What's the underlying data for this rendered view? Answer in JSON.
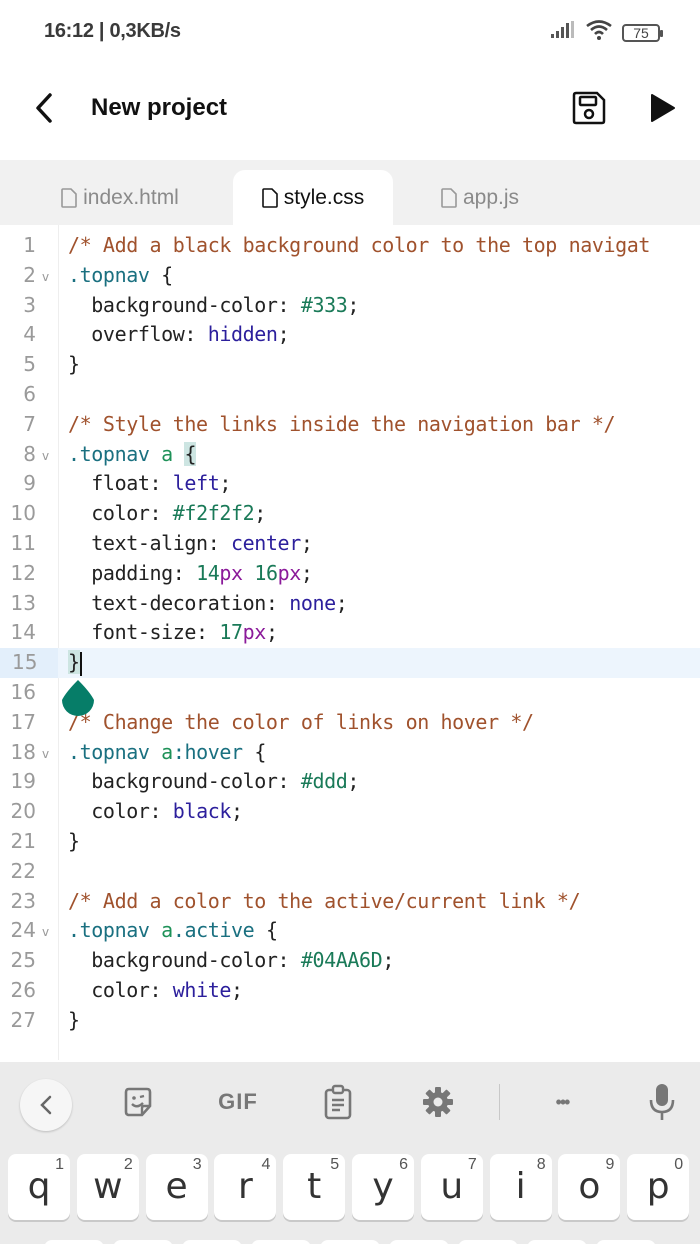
{
  "status_bar": {
    "time_speed": "16:12 | 0,3KB/s",
    "battery": "75",
    "icons": [
      "signal-icon",
      "wifi-icon",
      "battery-icon"
    ]
  },
  "app_bar": {
    "title": "New project",
    "back_icon": "chevron-left-icon",
    "save_icon": "floppy-save-icon",
    "run_icon": "play-icon"
  },
  "tabs": [
    {
      "label": "index.html",
      "active": false
    },
    {
      "label": "style.css",
      "active": true
    },
    {
      "label": "app.js",
      "active": false
    }
  ],
  "editor": {
    "current_line": 15,
    "lines": [
      {
        "n": "1",
        "text": "/* Add a black background color to the top navigat"
      },
      {
        "n": "2",
        "text": ".topnav {",
        "fold": true
      },
      {
        "n": "3",
        "text": "  background-color: #333;"
      },
      {
        "n": "4",
        "text": "  overflow: hidden;"
      },
      {
        "n": "5",
        "text": "}"
      },
      {
        "n": "6",
        "text": ""
      },
      {
        "n": "7",
        "text": "/* Style the links inside the navigation bar */"
      },
      {
        "n": "8",
        "text": ".topnav a {",
        "fold": true
      },
      {
        "n": "9",
        "text": "  float: left;"
      },
      {
        "n": "10",
        "text": "  color: #f2f2f2;"
      },
      {
        "n": "11",
        "text": "  text-align: center;"
      },
      {
        "n": "12",
        "text": "  padding: 14px 16px;"
      },
      {
        "n": "13",
        "text": "  text-decoration: none;"
      },
      {
        "n": "14",
        "text": "  font-size: 17px;"
      },
      {
        "n": "15",
        "text": "}"
      },
      {
        "n": "16",
        "text": ""
      },
      {
        "n": "17",
        "text": "/* Change the color of links on hover */"
      },
      {
        "n": "18",
        "text": ".topnav a:hover {",
        "fold": true
      },
      {
        "n": "19",
        "text": "  background-color: #ddd;"
      },
      {
        "n": "20",
        "text": "  color: black;"
      },
      {
        "n": "21",
        "text": "}"
      },
      {
        "n": "22",
        "text": ""
      },
      {
        "n": "23",
        "text": "/* Add a color to the active/current link */"
      },
      {
        "n": "24",
        "text": ".topnav a.active {",
        "fold": true
      },
      {
        "n": "25",
        "text": "  background-color: #04AA6D;"
      },
      {
        "n": "26",
        "text": "  color: white;"
      },
      {
        "n": "27",
        "text": "}"
      }
    ],
    "fold_glyph": "v"
  },
  "keyboard": {
    "toolbar": {
      "collapse_icon": "chevron-left-icon",
      "sticker_icon": "sticker-icon",
      "gif_label": "GIF",
      "clipboard_icon": "clipboard-icon",
      "settings_icon": "gear-icon",
      "more_label": "•••",
      "mic_icon": "microphone-icon"
    },
    "row1": [
      {
        "key": "q",
        "hint": "1"
      },
      {
        "key": "w",
        "hint": "2"
      },
      {
        "key": "e",
        "hint": "3"
      },
      {
        "key": "r",
        "hint": "4"
      },
      {
        "key": "t",
        "hint": "5"
      },
      {
        "key": "y",
        "hint": "6"
      },
      {
        "key": "u",
        "hint": "7"
      },
      {
        "key": "i",
        "hint": "8"
      },
      {
        "key": "o",
        "hint": "9"
      },
      {
        "key": "p",
        "hint": "0"
      }
    ]
  },
  "colors": {
    "accent_teal": "#067d68",
    "comment": "#a0522d",
    "selector": "#1a7080",
    "keyword": "#2c1f9c",
    "tab_bar_bg": "#f1f1f1",
    "keyboard_bg": "#ebebeb"
  }
}
